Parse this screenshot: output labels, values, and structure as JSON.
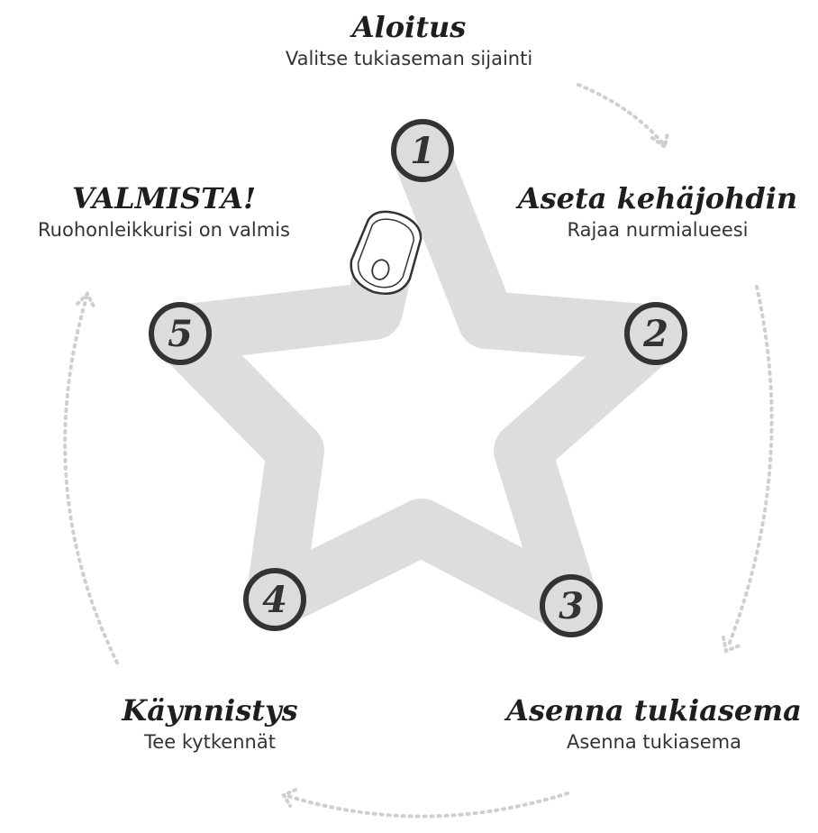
{
  "colors": {
    "star_path": "#dddddd",
    "badge_border": "#333333",
    "badge_fill": "#dcdcdc",
    "arrow_dots": "#d0d0d0",
    "text": "#1e1e1e"
  },
  "steps": [
    {
      "number": "1",
      "title": "Aloitus",
      "subtitle": "Valitse tukiaseman sijainti"
    },
    {
      "number": "2",
      "title": "Aseta kehäjohdin",
      "subtitle": "Rajaa nurmialueesi"
    },
    {
      "number": "3",
      "title": "Asenna tukiasema",
      "subtitle": "Asenna tukiasema"
    },
    {
      "number": "4",
      "title": "Käynnistys",
      "subtitle": "Tee kytkennät"
    },
    {
      "number": "5",
      "title": "VALMISTA!",
      "subtitle": "Ruohonleikkurisi on valmis"
    }
  ],
  "icons": {
    "mower": "robotic-mower-icon",
    "arrow": "dotted-arrow-icon"
  }
}
